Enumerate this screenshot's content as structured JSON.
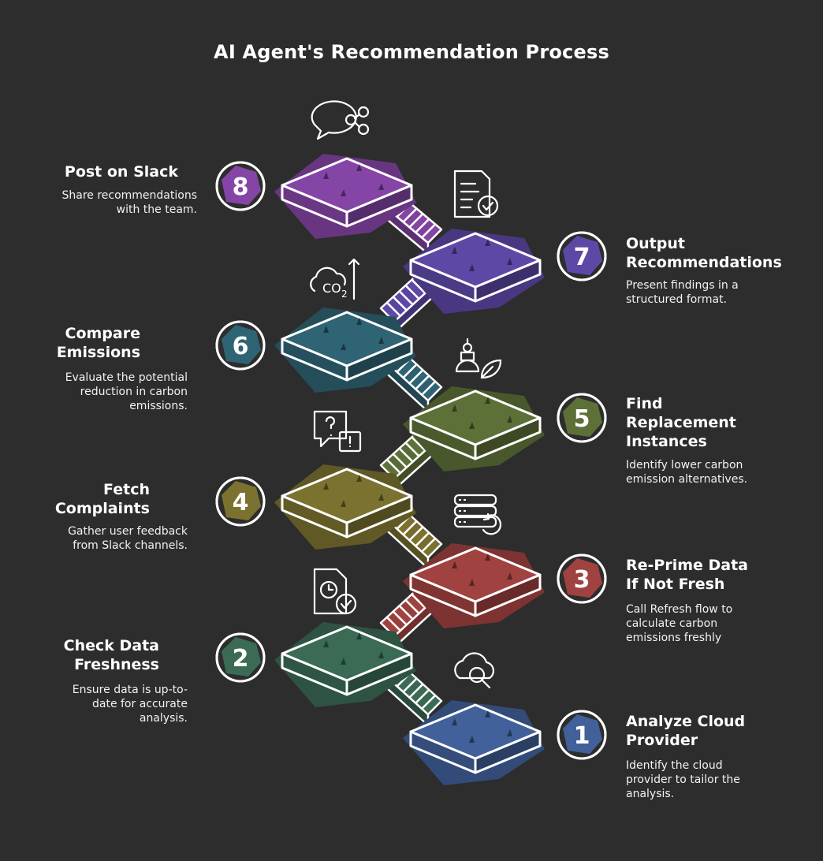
{
  "title": "AI Agent's Recommendation Process",
  "steps": [
    {
      "num": "1",
      "title": "Analyze Cloud Provider",
      "title_lines": [
        "Analyze Cloud",
        "Provider"
      ],
      "desc_lines": [
        "Identify the cloud",
        "provider to tailor the",
        "analysis."
      ],
      "color": "#42609a",
      "side": "right",
      "icon": "cloud-search-icon"
    },
    {
      "num": "2",
      "title": "Check Data Freshness",
      "title_lines": [
        "Check Data",
        "Freshness"
      ],
      "desc_lines": [
        "Ensure data is up-to-",
        "date for accurate",
        "analysis."
      ],
      "color": "#3b6b55",
      "side": "left",
      "icon": "document-clock-check-icon"
    },
    {
      "num": "3",
      "title": "Re-Prime Data If Not Fresh",
      "title_lines": [
        "Re-Prime Data",
        "If Not Fresh"
      ],
      "desc_lines": [
        "Call Refresh flow to",
        "calculate carbon",
        "emissions freshly"
      ],
      "color": "#a0423f",
      "side": "right",
      "icon": "database-refresh-icon"
    },
    {
      "num": "4",
      "title": "Fetch Complaints",
      "title_lines": [
        "Fetch",
        "Complaints"
      ],
      "desc_lines": [
        "Gather user feedback",
        "from Slack channels."
      ],
      "color": "#7b7230",
      "side": "left",
      "icon": "question-chat-icon"
    },
    {
      "num": "5",
      "title": "Find Replacement Instances",
      "title_lines": [
        "Find",
        "Replacement",
        "Instances"
      ],
      "desc_lines": [
        "Identify lower carbon",
        "emission alternatives."
      ],
      "color": "#5d7038",
      "side": "right",
      "icon": "bulb-leaf-icon"
    },
    {
      "num": "6",
      "title": "Compare Emissions",
      "title_lines": [
        "Compare",
        "Emissions"
      ],
      "desc_lines": [
        "Evaluate the potential",
        "reduction in carbon",
        "emissions."
      ],
      "color": "#2f6475",
      "side": "left",
      "icon": "co2-cloud-icon"
    },
    {
      "num": "7",
      "title": "Output Recommendations",
      "title_lines": [
        "Output",
        "Recommendations"
      ],
      "desc_lines": [
        "Present findings in a",
        "structured format."
      ],
      "color": "#5e48a6",
      "side": "right",
      "icon": "document-check-icon"
    },
    {
      "num": "8",
      "title": "Post on Slack",
      "title_lines": [
        "Post on Slack"
      ],
      "desc_lines": [
        "Share recommendations",
        "with the team."
      ],
      "color": "#8545a6",
      "side": "left",
      "icon": "chat-share-icon"
    }
  ]
}
